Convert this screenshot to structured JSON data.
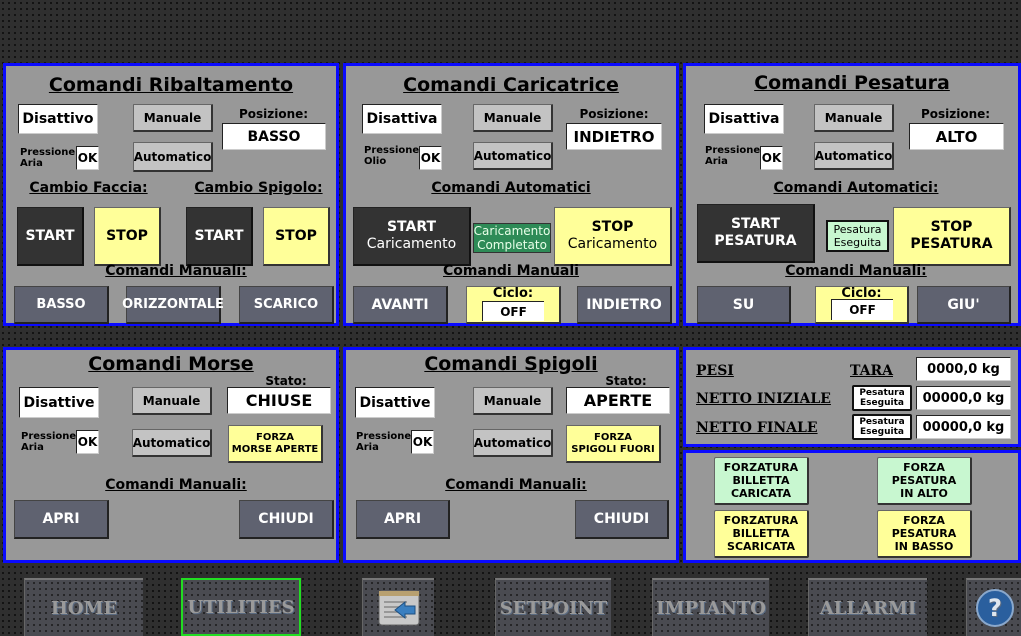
{
  "panels": {
    "ribaltamento": {
      "title": "Comandi Ribaltamento",
      "state": "Disattivo",
      "manual_label": "Manuale",
      "auto_label": "Automatico",
      "pressure_label_1": "Pressione",
      "pressure_label_2": "Aria",
      "pressure_value": "OK",
      "position_label": "Posizione:",
      "position_value": "BASSO",
      "cambio_faccia_label": "Cambio Faccia:",
      "cambio_spigolo_label": "Cambio Spigolo:",
      "faccia_start": "START",
      "faccia_stop": "STOP",
      "spigolo_start": "START",
      "spigolo_stop": "STOP",
      "manual_title": "Comandi Manuali:",
      "manual_buttons": [
        "BASSO",
        "ORIZZONTALE",
        "SCARICO"
      ]
    },
    "caricatrice": {
      "title": "Comandi Caricatrice",
      "state": "Disattiva",
      "manual_label": "Manuale",
      "auto_label": "Automatico",
      "pressure_label_1": "Pressione",
      "pressure_label_2": "Olio",
      "pressure_value": "OK",
      "position_label": "Posizione:",
      "position_value": "INDIETRO",
      "auto_title": "Comandi Automatici",
      "start_line1": "START",
      "start_line2": "Caricamento",
      "completed_line1": "Caricamento",
      "completed_line2": "Completato",
      "stop_line1": "STOP",
      "stop_line2": "Caricamento",
      "manual_title": "Comandi Manuali",
      "forward": "AVANTI",
      "cycle_label": "Ciclo:",
      "cycle_value": "OFF",
      "backward": "INDIETRO"
    },
    "pesatura": {
      "title": "Comandi Pesatura",
      "state": "Disattiva",
      "manual_label": "Manuale",
      "auto_label": "Automatico",
      "pressure_label_1": "Pressione",
      "pressure_label_2": "Aria",
      "pressure_value": "OK",
      "position_label": "Posizione:",
      "position_value": "ALTO",
      "auto_title": "Comandi Automatici:",
      "start_line1": "START",
      "start_line2": "PESATURA",
      "done_line1": "Pesatura",
      "done_line2": "Eseguita",
      "stop_line1": "STOP",
      "stop_line2": "PESATURA",
      "manual_title": "Comandi Manuali:",
      "up": "SU",
      "cycle_label": "Ciclo:",
      "cycle_value": "OFF",
      "down": "GIU'"
    },
    "morse": {
      "title": "Comandi Morse",
      "state": "Disattive",
      "manual_label": "Manuale",
      "auto_label": "Automatico",
      "pressure_label_1": "Pressione",
      "pressure_label_2": "Aria",
      "pressure_value": "OK",
      "status_label": "Stato:",
      "status_value": "CHIUSE",
      "force_line1": "FORZA",
      "force_line2": "MORSE APERTE",
      "manual_title": "Comandi Manuali:",
      "open": "APRI",
      "close": "CHIUDI"
    },
    "spigoli": {
      "title": "Comandi Spigoli",
      "state": "Disattive",
      "manual_label": "Manuale",
      "auto_label": "Automatico",
      "pressure_label_1": "Pressione",
      "pressure_label_2": "Aria",
      "pressure_value": "OK",
      "status_label": "Stato:",
      "status_value": "APERTE",
      "force_line1": "FORZA",
      "force_line2": "SPIGOLI FUORI",
      "manual_title": "Comandi Manuali:",
      "open": "APRI",
      "close": "CHIUDI"
    },
    "pesi": {
      "title": "PESI",
      "tara_label": "TARA",
      "tara_value": "0000,0 kg",
      "netto_iniziale_label": "NETTO INIZIALE",
      "netto_iniziale_btn_1": "Pesatura",
      "netto_iniziale_btn_2": "Eseguita",
      "netto_iniziale_value": "00000,0 kg",
      "netto_finale_label": "NETTO FINALE",
      "netto_finale_btn_1": "Pesatura",
      "netto_finale_btn_2": "Eseguita",
      "netto_finale_value": "00000,0 kg"
    },
    "forzature": {
      "billetta_caricata": [
        "FORZATURA",
        "BILLETTA",
        "CARICATA"
      ],
      "pesatura_alto": [
        "FORZA",
        "PESATURA",
        "IN ALTO"
      ],
      "billetta_scaricata": [
        "FORZATURA",
        "BILLETTA",
        "SCARICATA"
      ],
      "pesatura_basso": [
        "FORZA",
        "PESATURA",
        "IN BASSO"
      ]
    }
  },
  "nav": {
    "home": "HOME",
    "utilities": "UTILITIES",
    "setpoint": "SETPOINT",
    "impianto": "IMPIANTO",
    "allarmi": "ALLARMI",
    "selected": "UTILITIES"
  },
  "colors": {
    "panel_bg": "#989898",
    "panel_border": "#0a0aff",
    "yellow": "#ffff99",
    "mint": "#c8f7d0",
    "green_indicator": "#2e8b57",
    "selected_nav": "#22dd22"
  }
}
